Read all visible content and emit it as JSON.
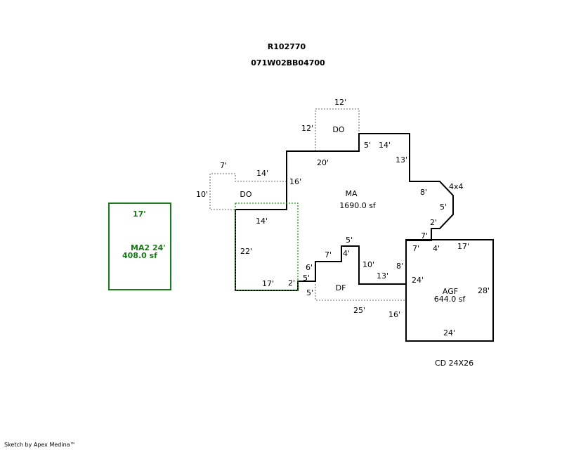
{
  "header": {
    "parcel_id": "R102770",
    "map_taxlot": "071W02BB04700"
  },
  "areas": {
    "ma": {
      "code": "MA",
      "area": "1690.0 sf"
    },
    "ma2": {
      "code": "MA2 24'",
      "area": "408.0 sf",
      "top": "17'"
    },
    "agf": {
      "code": "AGF",
      "area": "644.0 sf"
    },
    "do_top": {
      "code": "DO"
    },
    "do_left": {
      "code": "DO"
    },
    "df": {
      "code": "DF"
    }
  },
  "dims": {
    "do_top_12a": "12'",
    "do_top_12b": "12'",
    "d20": "20'",
    "d5a": "5'",
    "d14a": "14'",
    "d13a": "13'",
    "d8a": "8'",
    "d4x4": "4x4",
    "d5b": "5'",
    "d2a": "2'",
    "d7a": "7'",
    "d7b": "7'",
    "d4a": "4'",
    "d17a": "17'",
    "d28": "28'",
    "d24a": "24'",
    "d24b": "24'",
    "d16a": "16'",
    "d8b": "8'",
    "d13b": "13'",
    "d10a": "10'",
    "d4b": "4'",
    "d5c": "5'",
    "d7c": "7'",
    "d6": "6'",
    "d5d": "5'",
    "d2b": "2'",
    "d17b": "17'",
    "d22": "22'",
    "d14b": "14'",
    "d16b": "16'",
    "d14c": "14'",
    "d7d": "7'",
    "d10b": "10'",
    "d5e": "5'",
    "d25": "25'"
  },
  "footer": {
    "cd": "CD 24X26",
    "credit": "Sketch by Apex Medina™"
  }
}
